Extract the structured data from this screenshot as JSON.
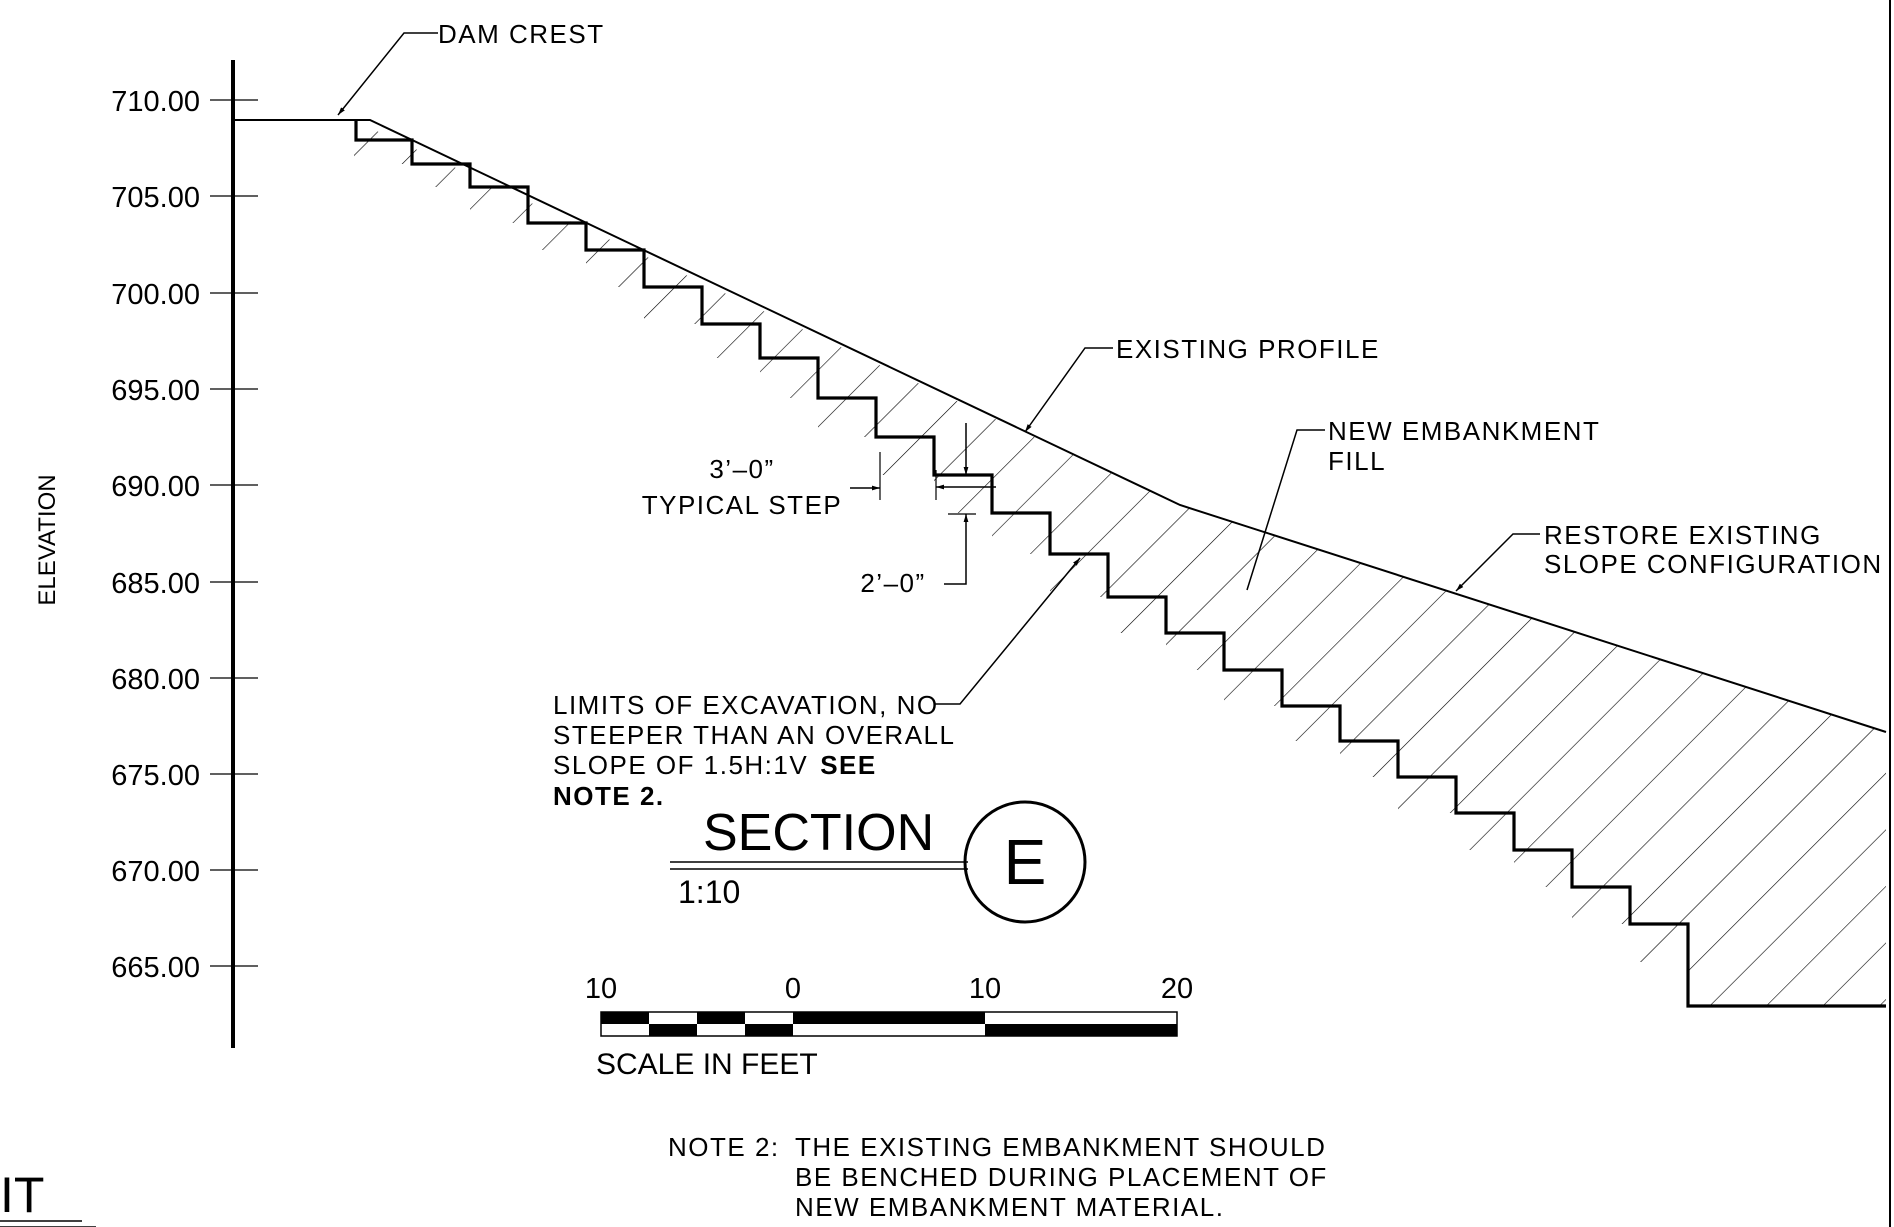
{
  "elevation_axis": {
    "label": "ELEVATION",
    "ticks": [
      "710.00",
      "705.00",
      "700.00",
      "695.00",
      "690.00",
      "685.00",
      "680.00",
      "675.00",
      "670.00",
      "665.00"
    ]
  },
  "labels": {
    "dam_crest": "DAM CREST",
    "existing_profile": "EXISTING PROFILE",
    "new_embankment_1": "NEW EMBANKMENT",
    "new_embankment_2": "FILL",
    "restore_1": "RESTORE EXISTING",
    "restore_2": "SLOPE CONFIGURATION",
    "step_width": "3’–0”",
    "typical_step": "TYPICAL STEP",
    "step_height": "2’–0”",
    "limits_1": "LIMITS OF EXCAVATION, NO",
    "limits_2": "STEEPER THAN AN OVERALL",
    "limits_3": "SLOPE OF 1.5H:1V",
    "limits_3b": "SEE",
    "limits_4": "NOTE 2."
  },
  "section": {
    "title": "SECTION",
    "scale": "1:10",
    "letter": "E"
  },
  "scale_bar": {
    "ticks": [
      "10",
      "0",
      "10",
      "20"
    ],
    "label": "SCALE IN FEET"
  },
  "note": {
    "prefix": "NOTE 2:",
    "line1": "THE EXISTING EMBANKMENT SHOULD",
    "line2": "BE BENCHED DURING PLACEMENT OF",
    "line3": "NEW EMBANKMENT MATERIAL."
  },
  "corner_fragment": "IT"
}
